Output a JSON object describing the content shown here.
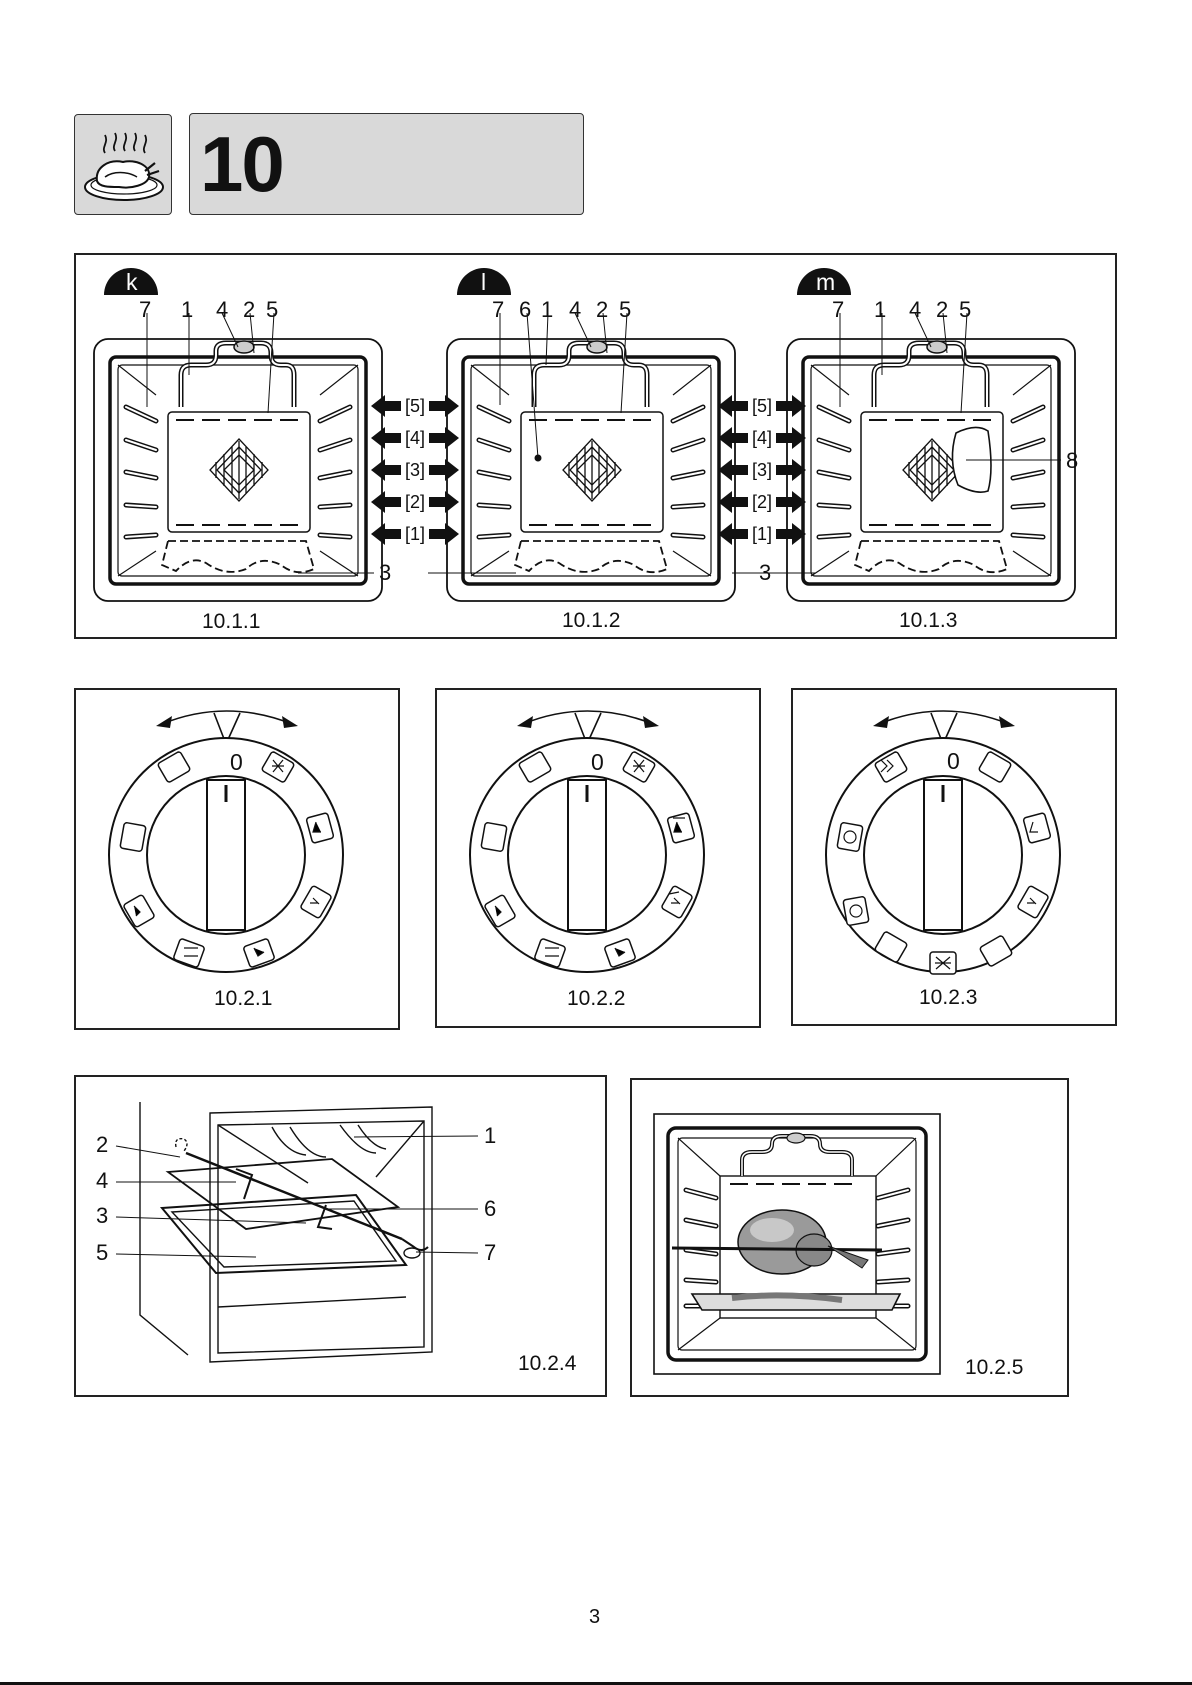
{
  "header": {
    "section_number": "10",
    "icon": "roast-chicken-icon"
  },
  "ovens": [
    {
      "badge": "k",
      "caption": "10.1.1",
      "top_labels": [
        "7",
        "1",
        "4",
        "2",
        "5"
      ],
      "side_label": "3"
    },
    {
      "badge": "l",
      "caption": "10.1.2",
      "top_labels": [
        "7",
        "6",
        "1",
        "4",
        "2",
        "5"
      ],
      "side_label": "3"
    },
    {
      "badge": "m",
      "caption": "10.1.3",
      "top_labels": [
        "7",
        "1",
        "4",
        "2",
        "5"
      ],
      "side_label": "3",
      "right_label": "8"
    }
  ],
  "shelf_levels": [
    "[5]",
    "[4]",
    "[3]",
    "[2]",
    "[1]"
  ],
  "knobs": [
    {
      "caption": "10.2.1",
      "zero_label": "0"
    },
    {
      "caption": "10.2.2",
      "zero_label": "0"
    },
    {
      "caption": "10.2.3",
      "zero_label": "0"
    }
  ],
  "rotisserie": {
    "caption": "10.2.4",
    "left_labels": [
      "2",
      "4",
      "3",
      "5"
    ],
    "right_labels": [
      "1",
      "6",
      "7"
    ]
  },
  "rotisserie_oven": {
    "caption": "10.2.5"
  },
  "page_number": "3"
}
